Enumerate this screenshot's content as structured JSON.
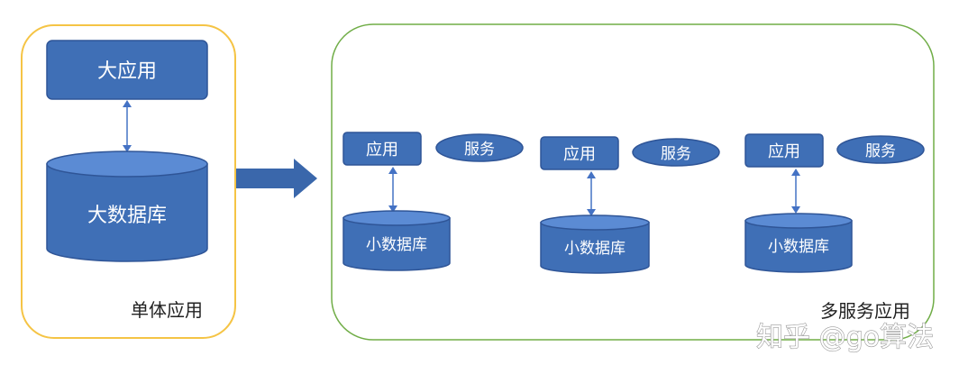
{
  "colors": {
    "box_fill": "#3f6fb6",
    "box_stroke": "#2f5597",
    "cylinder_top": "#5b8bd4",
    "connector": "#4472c4",
    "monolith_border": "#f5c445",
    "micro_border": "#70ad47",
    "arrow": "#3a67ab"
  },
  "monolith": {
    "app_label": "大应用",
    "db_label": "大数据库",
    "caption": "单体应用"
  },
  "microservices": {
    "caption": "多服务应用",
    "units": [
      {
        "app_label": "应用",
        "service_label": "服务",
        "db_label": "小数据库"
      },
      {
        "app_label": "应用",
        "service_label": "服务",
        "db_label": "小数据库"
      },
      {
        "app_label": "应用",
        "service_label": "服务",
        "db_label": "小数据库"
      }
    ]
  },
  "watermark": "知乎 @go算法"
}
